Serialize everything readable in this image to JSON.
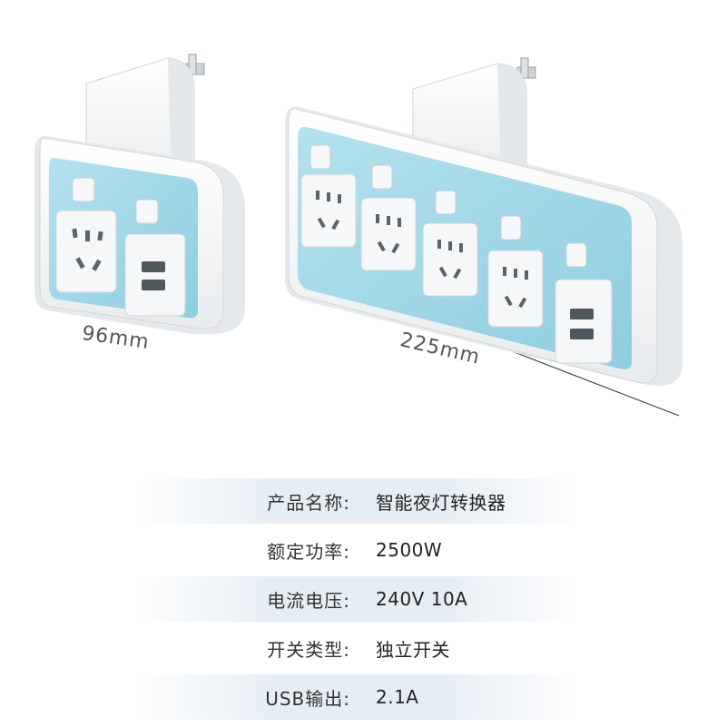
{
  "dimensions": {
    "small_width": "96mm",
    "large_width": "225mm"
  },
  "specs": [
    {
      "key": "产品名称:",
      "value": "智能夜灯转换器"
    },
    {
      "key": "额定功率:",
      "value": "2500W"
    },
    {
      "key": "电流电压:",
      "value": "240V 10A"
    },
    {
      "key": "开关类型:",
      "value": "独立开关"
    },
    {
      "key": "USB输出:",
      "value": "2.1A"
    }
  ],
  "colors": {
    "panel_blue": "#9fd6e6",
    "body_white": "#f7f8f9"
  }
}
